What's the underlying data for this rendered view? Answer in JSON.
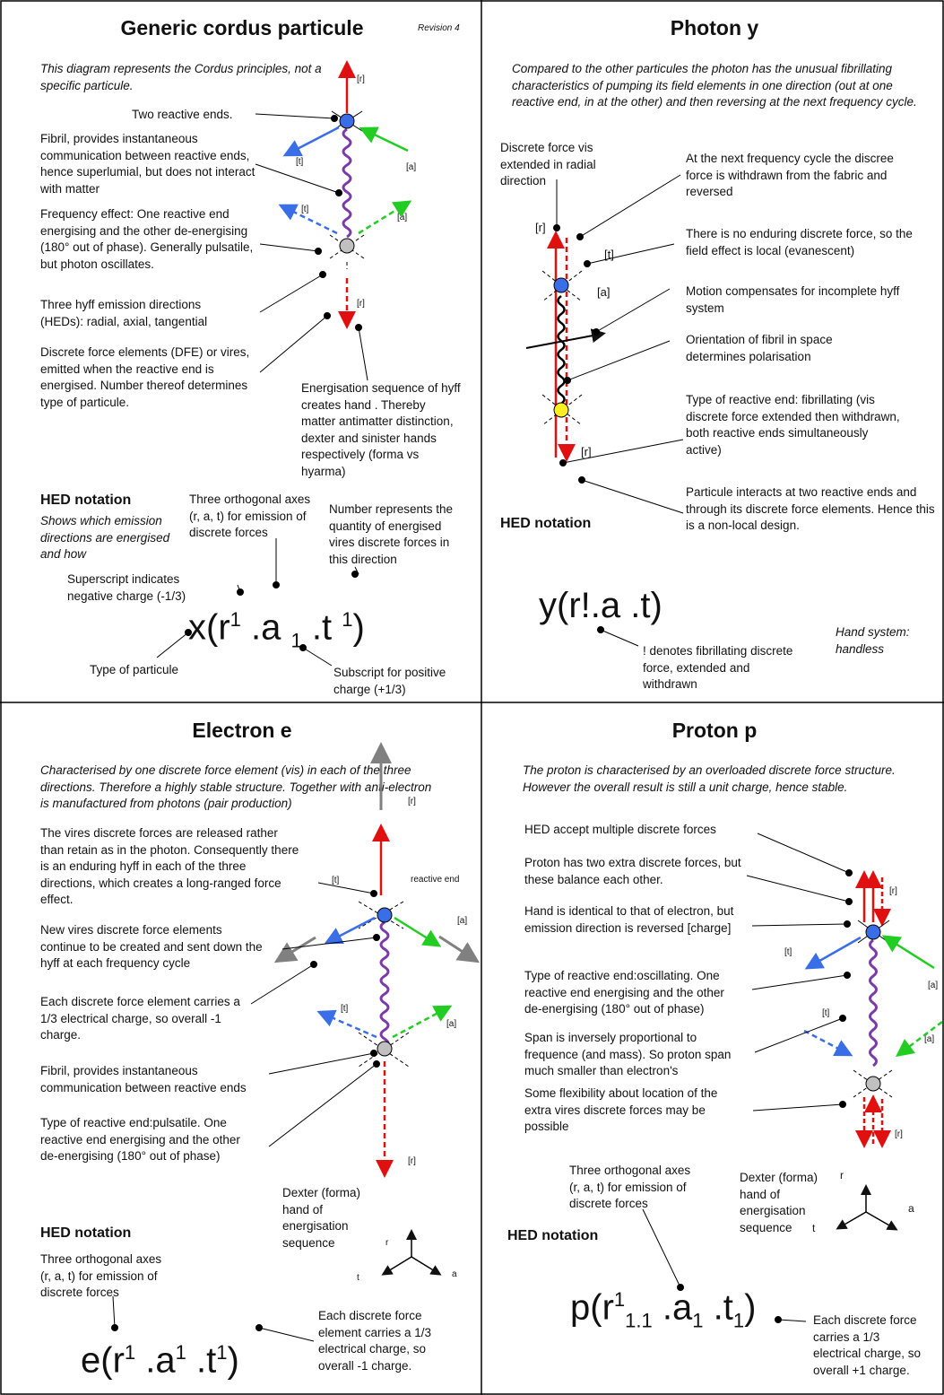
{
  "tl": {
    "title": "Generic cordus particule",
    "revision": "Revision 4",
    "intro": "This diagram represents the Cordus principles, not a specific particule.",
    "two_ends": "Two reactive ends.",
    "fibril": "Fibril, provides instantaneous communication between reactive ends, hence superlumial, but does not interact with matter",
    "frequency": "Frequency effect: One reactive end energising and the other de-energising (180° out of phase). Generally pulsatile, but photon oscillates.",
    "heds": "Three hyff emission directions (HEDs): radial, axial, tangential",
    "dfe": "Discrete force elements (DFE) or vires, emitted when the reactive end is energised. Number thereof determines type of particule.",
    "energisation": "Energisation sequence of hyff creates hand . Thereby matter antimatter distinction, dexter and sinister hands respectively (forma vs hyarma)",
    "hed_title": "HED notation",
    "hed_desc": "Shows which emission directions are energised and how",
    "axes": "Three orthogonal axes (r, a, t) for emission of discrete forces",
    "number": "Number represents the quantity of energised vires discrete forces in this direction",
    "superscript": "Superscript indicates negative charge (-1/3)",
    "type": "Type of particule",
    "subscript": "Subscript for positive charge (+1/3)",
    "labels": {
      "r": "[r]",
      "t": "[t]",
      "a": "[a]"
    },
    "notation": {
      "base": "x(r",
      "s1": "1",
      "mid1": " .a ",
      "s2": "1",
      "mid2": " .t ",
      "s3": "1",
      "end": ")"
    }
  },
  "tr": {
    "title": "Photon y",
    "intro": "Compared to the other particules the photon has the unusual fibrillating characteristics of pumping its field elements in one direction (out at one reactive end, in at the other) and then reversing at the next frequency cycle.",
    "discrete": "Discrete force vis extended in radial direction",
    "next_cycle": "At the next frequency cycle the discree force is withdrawn from the fabric and reversed",
    "no_enduring": "There is no enduring discrete force, so the field effect is local (evanescent)",
    "motion": "Motion compensates for incomplete hyff system",
    "orientation": "Orientation of fibril in space determines polarisation",
    "type_end": "Type of reactive end: fibrillating (vis discrete force extended then withdrawn, both reactive ends simultaneously active)",
    "interacts": "Particule interacts at two reactive ends and through its discrete force elements. Hence this is a non-local design.",
    "hed_title": "HED notation",
    "notation": "y(r!.a .t)",
    "fibrillating": "! denotes fibrillating discrete force, extended and withdrawn",
    "hand": "Hand system: handless",
    "labels": {
      "r": "[r]",
      "t": "[t]",
      "a": "[a]"
    }
  },
  "bl": {
    "title": "Electron e",
    "intro": "Characterised by one discrete force element (vis) in each of the three directions. Therefore a highly stable structure. Together with anti-electron is manufactured from photons (pair production)",
    "vires": "The vires discrete forces are released rather than retain as in the photon. Consequently there is an enduring hyff in each of the three directions, which creates a long-ranged force effect.",
    "new_vires": "New vires discrete force elements continue to be created and sent down the hyff at each frequency cycle",
    "each_dfe": "Each discrete force element carries a 1/3 electrical charge, so overall -1 charge.",
    "fibril": "Fibril, provides instantaneous communication between reactive ends",
    "type_end": "Type of reactive end:pulsatile. One reactive end energising and the other de-energising (180° out of phase)",
    "dexter": "Dexter (forma) hand of energisation sequence",
    "hed_title": "HED notation",
    "axes": "Three orthogonal axes (r, a, t) for emission of discrete forces",
    "charge": "Each discrete force element carries a 1/3 electrical charge, so overall -1 charge.",
    "reactive_end": "reactive end",
    "labels": {
      "r": "[r]",
      "t": "[t]",
      "a": "[a]",
      "ar": "r",
      "aa": "a",
      "at": "t"
    },
    "notation": {
      "base": "e(r",
      "s1": "1",
      "mid1": " .a",
      "s2": "1",
      "mid2": " .t",
      "s3": "1",
      "end": ")"
    }
  },
  "br": {
    "title": "Proton p",
    "intro": "The proton is characterised by an overloaded discrete force structure. However the overall result is still a unit charge, hence stable.",
    "accept": "HED accept multiple discrete forces",
    "extra": "Proton has two extra discrete forces, but these balance each other.",
    "hand": "Hand is identical to that of electron, but emission direction is reversed [charge]",
    "type_end": "Type of reactive end:oscillating. One reactive end energising and the other de-energising (180° out of phase)",
    "span": "Span is inversely proportional to frequence (and mass). So proton span much smaller than electron's",
    "flex": "Some flexibility about location of the extra vires discrete forces may be possible",
    "axes": "Three orthogonal axes (r, a, t) for emission of discrete forces",
    "dexter": "Dexter (forma) hand of energisation sequence",
    "hed_title": "HED notation",
    "charge": "Each discrete force carries a 1/3 electrical charge, so overall +1 charge.",
    "labels": {
      "r": "[r]",
      "t": "[t]",
      "a": "[a]",
      "ar": "r",
      "aa": "a",
      "at": "t"
    },
    "notation": {
      "base": "p(r",
      "s1": "1",
      "sub1": "1.1",
      "mid1": " .a",
      "sub2": "1",
      "mid2": " .t",
      "sub3": "1",
      "end": ")"
    }
  },
  "colors": {
    "red": "#e01010",
    "blue": "#3a6ee8",
    "green": "#22cc22",
    "purple": "#7a3aa8",
    "grey": "#808080",
    "yellow": "#ffee22"
  }
}
